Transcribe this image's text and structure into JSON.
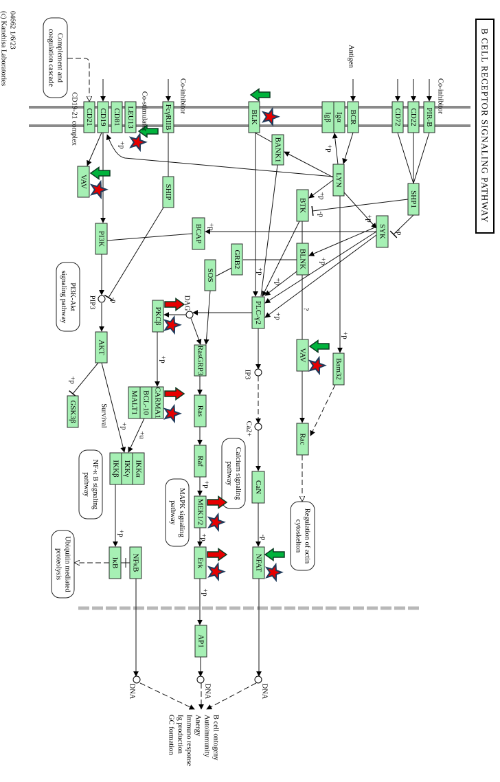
{
  "title": "B CELL RECEPTOR SIGNALING PATHWAY",
  "header": {
    "map_id": "04662 1/6/23",
    "copyright": "(c) Kanehisa Laboratories"
  },
  "colors": {
    "node_fill": "#a6f0b4",
    "up_arrow": "#e60000",
    "down_arrow": "#00b33c",
    "star": "#e60000",
    "star_outline": "#1f3a5a"
  },
  "nodes": [
    {
      "id": "CD21",
      "label": "CD21"
    },
    {
      "id": "CD19",
      "label": "CD19"
    },
    {
      "id": "CD81",
      "label": "CD81"
    },
    {
      "id": "LEU13",
      "label": "LEU13"
    },
    {
      "id": "FCGR2B",
      "label": "FcγRIIB"
    },
    {
      "id": "BLK",
      "label": "BLK"
    },
    {
      "id": "IGB",
      "label": "Igβ"
    },
    {
      "id": "IGA",
      "label": "Igα"
    },
    {
      "id": "BCR",
      "label": "BCR"
    },
    {
      "id": "CD72",
      "label": "CD72"
    },
    {
      "id": "CD22",
      "label": "CD22"
    },
    {
      "id": "PIRB",
      "label": "PIR-B"
    },
    {
      "id": "VAV1",
      "label": "VAV"
    },
    {
      "id": "SHIP",
      "label": "SHIP"
    },
    {
      "id": "PI3K",
      "label": "PI3K"
    },
    {
      "id": "BCAP",
      "label": "BCAP"
    },
    {
      "id": "BANK1",
      "label": "BANK1"
    },
    {
      "id": "LYN",
      "label": "LYN"
    },
    {
      "id": "SHP1",
      "label": "SHP1"
    },
    {
      "id": "BTK",
      "label": "BTK"
    },
    {
      "id": "SYK",
      "label": "SYK"
    },
    {
      "id": "BLNK",
      "label": "BLNK"
    },
    {
      "id": "GRB2",
      "label": "GRB2"
    },
    {
      "id": "SOS",
      "label": "SOS"
    },
    {
      "id": "PLCG2",
      "label": "PLC-γ2"
    },
    {
      "id": "PKCB",
      "label": "PKCβ"
    },
    {
      "id": "AKT",
      "label": "AKT"
    },
    {
      "id": "RASGRP3",
      "label": "RasGRP3"
    },
    {
      "id": "RAS",
      "label": "Ras"
    },
    {
      "id": "RAF",
      "label": "Raf"
    },
    {
      "id": "MEK",
      "label": "MEK1/2"
    },
    {
      "id": "MALT1",
      "label": "MALT1"
    },
    {
      "id": "BCL10",
      "label": "BCL-10"
    },
    {
      "id": "CARMA1",
      "label": "CARMA1"
    },
    {
      "id": "GSK3B",
      "label": "GSK3β"
    },
    {
      "id": "IKKB",
      "label": "IKKβ"
    },
    {
      "id": "IKKG",
      "label": "IKKγ"
    },
    {
      "id": "IKKA",
      "label": "IKKα"
    },
    {
      "id": "VAV2",
      "label": "VAV"
    },
    {
      "id": "BAM32",
      "label": "Bam32"
    },
    {
      "id": "RAC",
      "label": "Rac"
    },
    {
      "id": "CAN",
      "label": "CaN"
    },
    {
      "id": "IKB",
      "label": "IκB"
    },
    {
      "id": "NFKB",
      "label": "NFκB"
    },
    {
      "id": "ERK",
      "label": "Erk"
    },
    {
      "id": "NFAT",
      "label": "NFAT"
    },
    {
      "id": "AP1",
      "label": "AP1"
    }
  ],
  "pathways": [
    {
      "id": "complement",
      "lines": [
        "Complement and",
        "coagulation cascade"
      ]
    },
    {
      "id": "pi3k-akt",
      "lines": [
        "PI3K-Akt",
        "signaling pathway"
      ]
    },
    {
      "id": "nfkb",
      "lines": [
        "NF-κ B signaling",
        "pathway"
      ]
    },
    {
      "id": "calcium",
      "lines": [
        "Calcium signaling",
        "pathway"
      ]
    },
    {
      "id": "mapk",
      "lines": [
        "MAPK signaling",
        "pathway"
      ]
    },
    {
      "id": "actin",
      "lines": [
        "Regulation of actin",
        "cytoskelton"
      ]
    },
    {
      "id": "ubiquitin",
      "lines": [
        "Ubiquitin mediated",
        "proteolysis"
      ]
    }
  ],
  "labels": [
    {
      "id": "antigen",
      "text": "Antigen"
    },
    {
      "id": "co-inhibitor-right",
      "text": "Co-inhibitor"
    },
    {
      "id": "co-inhibitor-left",
      "text": "Co-inhibitor"
    },
    {
      "id": "co-stimulator",
      "text": "Co-stimulator"
    },
    {
      "id": "cd19-21-complex",
      "text": "CD19-21 complex"
    },
    {
      "id": "survival",
      "text": "Survival"
    },
    {
      "id": "dag",
      "text": "DAG"
    },
    {
      "id": "pip3",
      "text": "PIP3"
    },
    {
      "id": "ip3",
      "text": "IP3"
    },
    {
      "id": "ca2",
      "text": "Ca2+"
    },
    {
      "id": "dna-1",
      "text": "DNA"
    },
    {
      "id": "dna-2",
      "text": "DNA"
    },
    {
      "id": "dna-3",
      "text": "DNA"
    }
  ],
  "edge_labels": [
    "+p",
    "+p",
    "+p",
    "-p",
    "+p",
    "-p",
    "+p",
    "+p",
    "+p",
    "+p",
    "+p",
    "-p",
    "+p",
    "+p",
    "+p",
    "+u",
    "?",
    "+p",
    "+p",
    "+p",
    "+p",
    "-p",
    "+p"
  ],
  "outcomes": [
    "B cell ontogeny",
    "Autoimmunity",
    "Anergy",
    "Immuno response",
    "Ig production",
    "GC formation"
  ],
  "expression_markers": {
    "down": [
      "LEU13",
      "VAV",
      "BLK",
      "VAV",
      "NFAT"
    ],
    "up": [
      "PKCβ",
      "CARMA1",
      "MEK1/2",
      "Erk"
    ],
    "starred": [
      "LEU13",
      "VAV",
      "BLK",
      "VAV",
      "PKCβ",
      "CARMA1",
      "MEK1/2",
      "Erk",
      "NFAT"
    ]
  }
}
